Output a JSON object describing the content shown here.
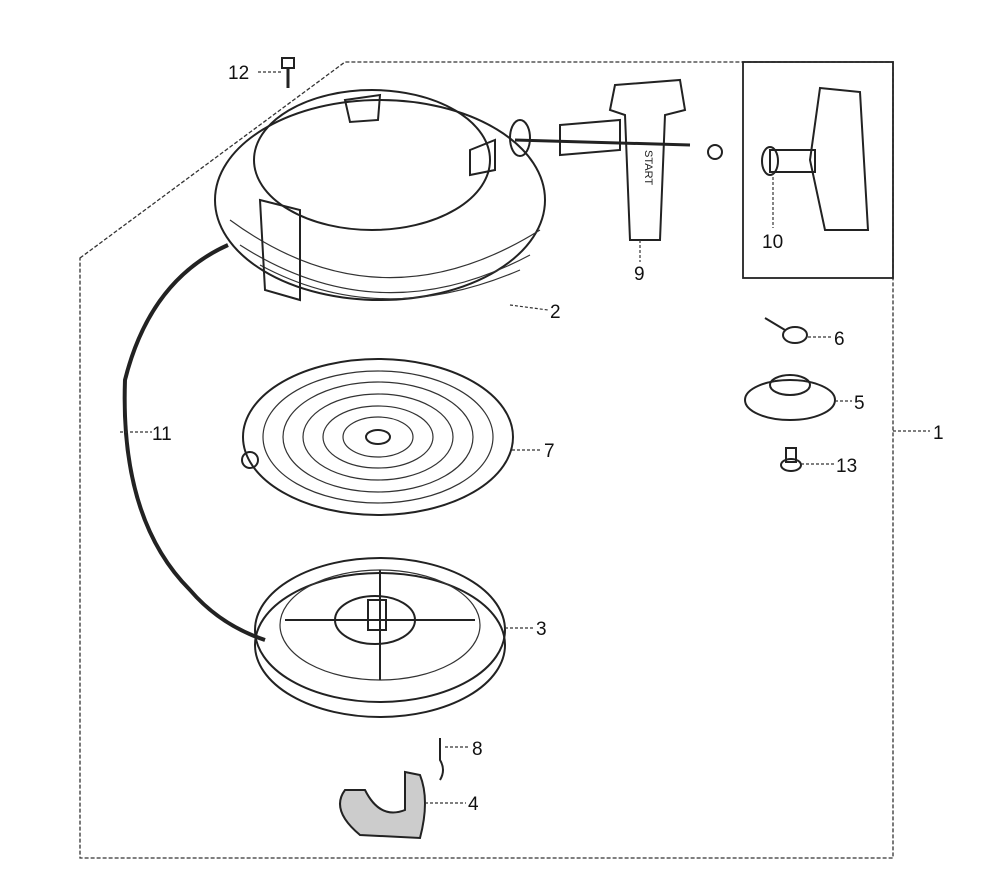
{
  "diagram": {
    "handle_text": "START",
    "callouts": [
      {
        "id": "12",
        "label": "12"
      },
      {
        "id": "9",
        "label": "9"
      },
      {
        "id": "10",
        "label": "10"
      },
      {
        "id": "2",
        "label": "2"
      },
      {
        "id": "6",
        "label": "6"
      },
      {
        "id": "5",
        "label": "5"
      },
      {
        "id": "1",
        "label": "1"
      },
      {
        "id": "11",
        "label": "11"
      },
      {
        "id": "7",
        "label": "7"
      },
      {
        "id": "13",
        "label": "13"
      },
      {
        "id": "3",
        "label": "3"
      },
      {
        "id": "8",
        "label": "8"
      },
      {
        "id": "4",
        "label": "4"
      }
    ]
  }
}
